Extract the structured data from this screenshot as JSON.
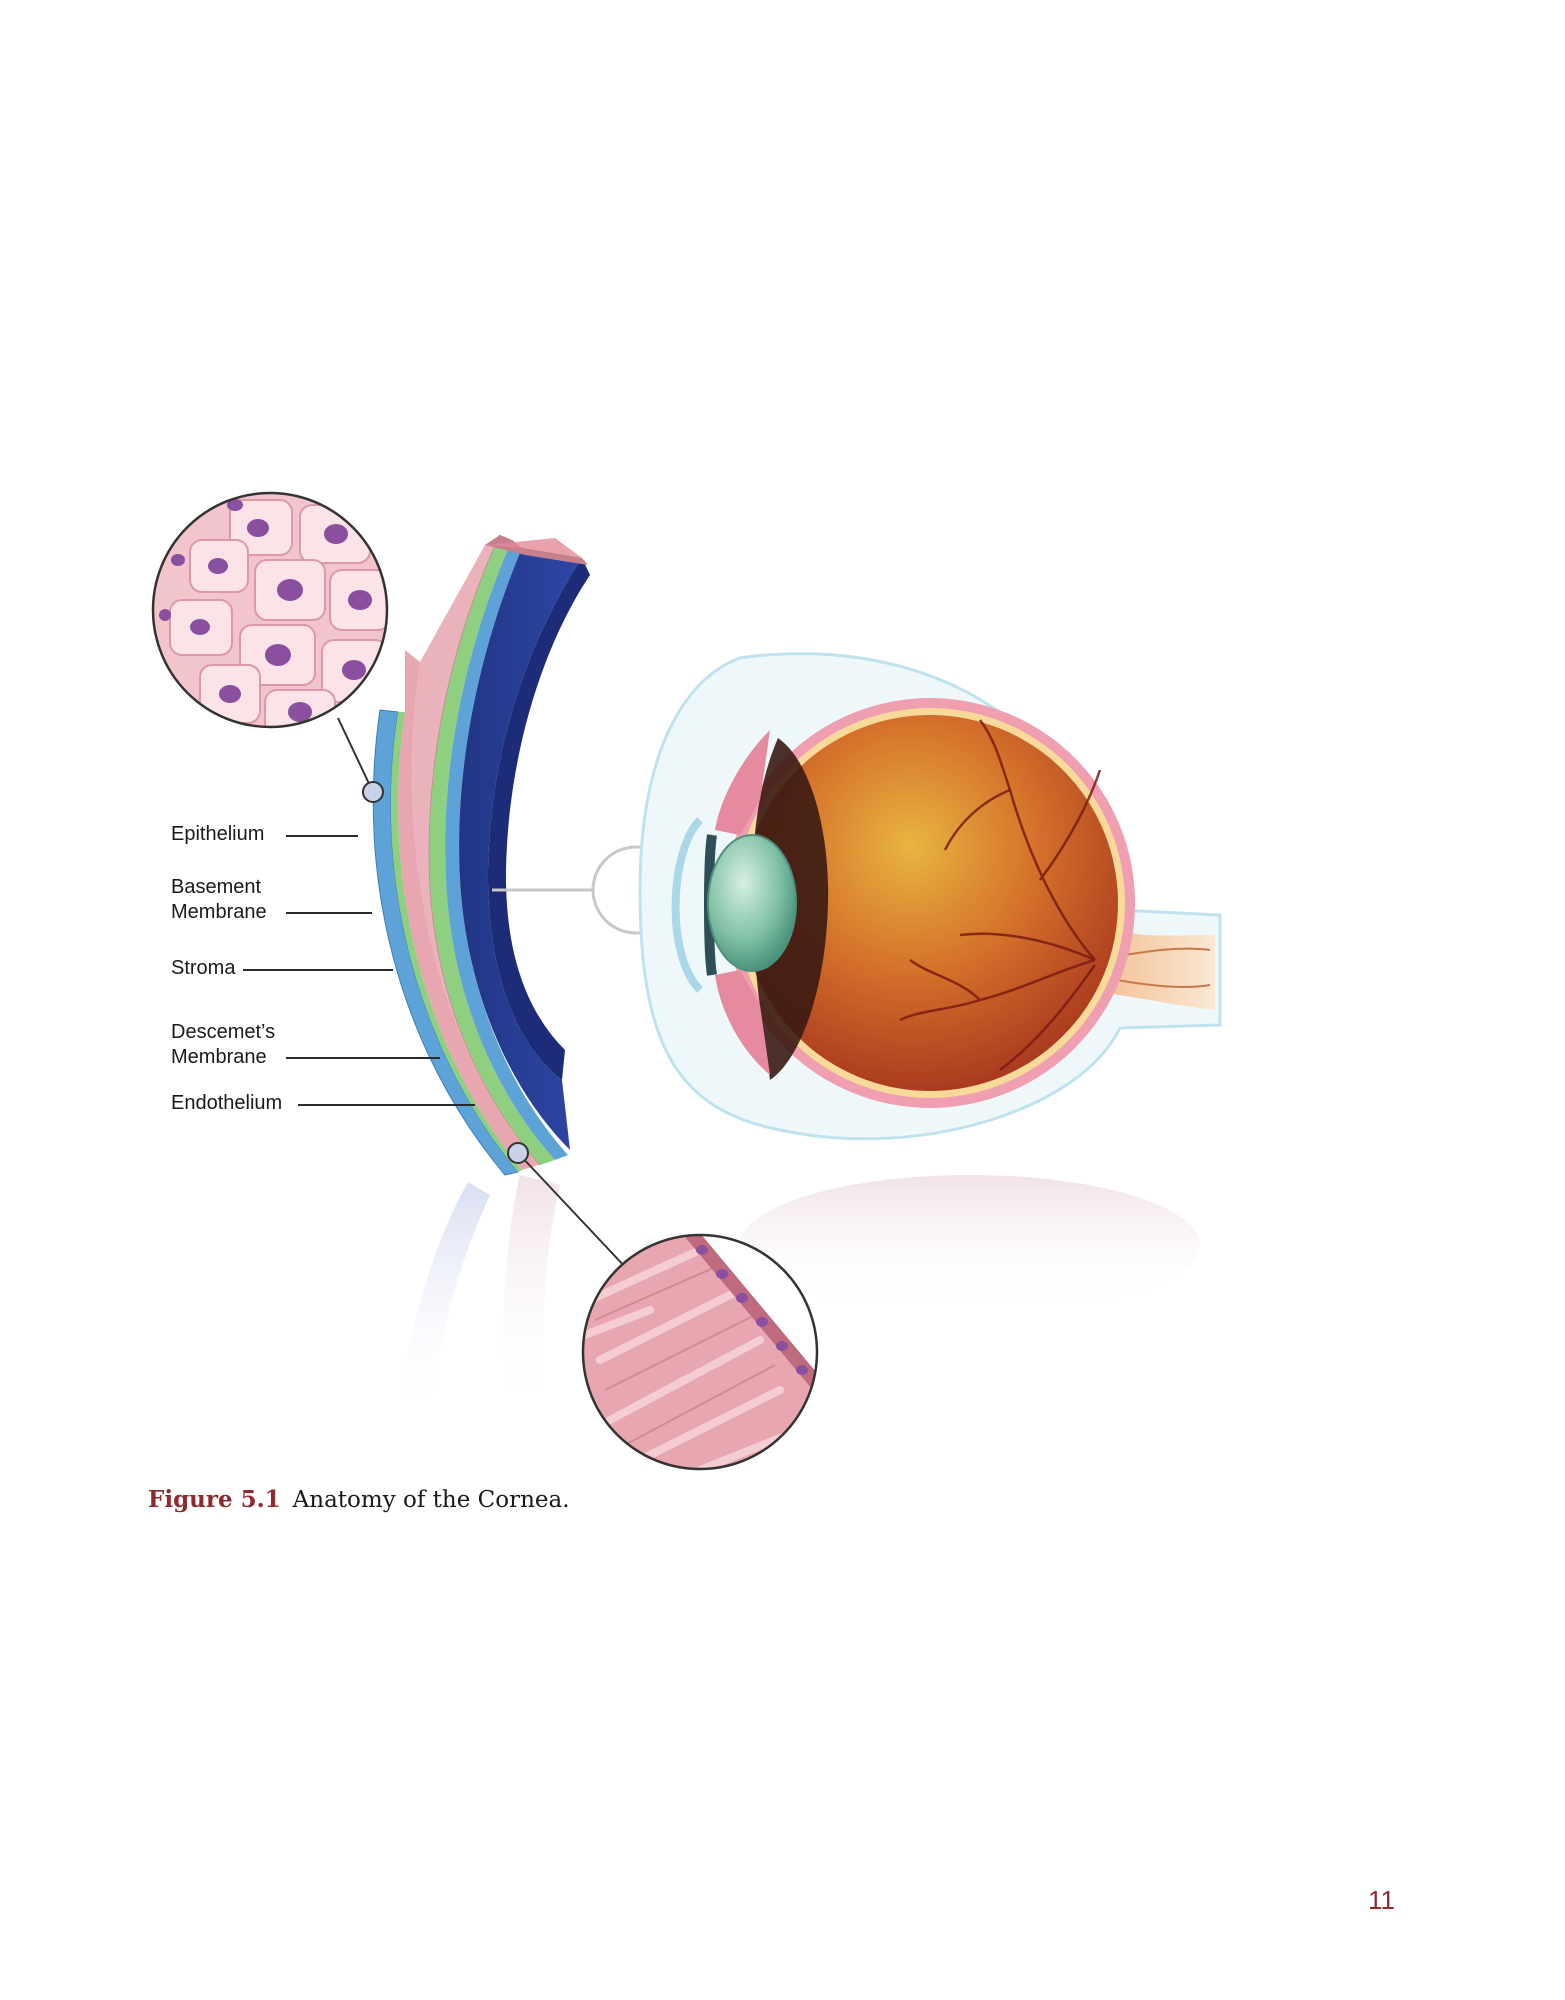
{
  "labels": {
    "epithelium": "Epithelium",
    "basement_membrane": [
      "Basement",
      "Membrane"
    ],
    "stroma": "Stroma",
    "descemets_membrane": [
      "Descemet’s",
      "Membrane"
    ],
    "endothelium": "Endothelium"
  },
  "caption": {
    "figure_number": "Figure 5.1",
    "text": "Anatomy of the Cornea."
  },
  "page_number": "11",
  "colors": {
    "accent": "#8f2a2e",
    "stroma_blue": "#2a3f97",
    "epithelium_pink": "#e7a6b0",
    "retina_orange": "#d4702a"
  }
}
